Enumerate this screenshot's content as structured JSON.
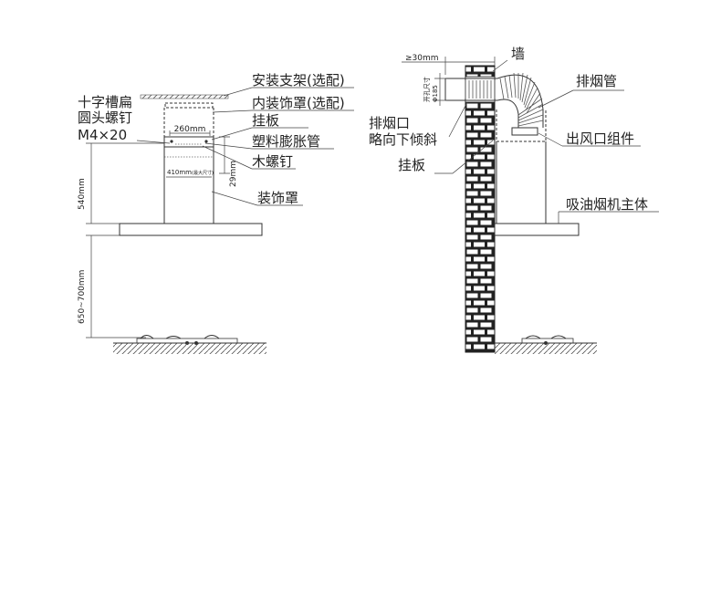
{
  "left_diagram": {
    "labels": {
      "bracket": "安装支架(选配)",
      "inner_cover": "内装饰罩(选配)",
      "screw_line1": "十字槽扁",
      "screw_line2": "圆头螺钉",
      "screw_line3": "M4×20",
      "hanger": "挂板",
      "anchor": "塑料膨胀管",
      "wood_screw": "木螺钉",
      "deco_cover": "装饰罩"
    },
    "dimensions": {
      "width_260": "260mm",
      "width_410": "410mm",
      "width_410_note": "(最大尺寸)",
      "height_29": "29mm",
      "height_540": "540mm",
      "height_650_700": "650~700mm"
    }
  },
  "right_diagram": {
    "labels": {
      "wall": "墙",
      "exhaust_pipe": "排烟管",
      "outlet_line1": "排烟口",
      "outlet_line2": "略向下倾斜",
      "hanger": "挂板",
      "air_outlet": "出风口组件",
      "hood_body": "吸油烟机主体"
    },
    "dimensions": {
      "gap_30": "≥30mm",
      "hole_label": "开孔尺寸",
      "hole_dia": "Φ185"
    }
  }
}
